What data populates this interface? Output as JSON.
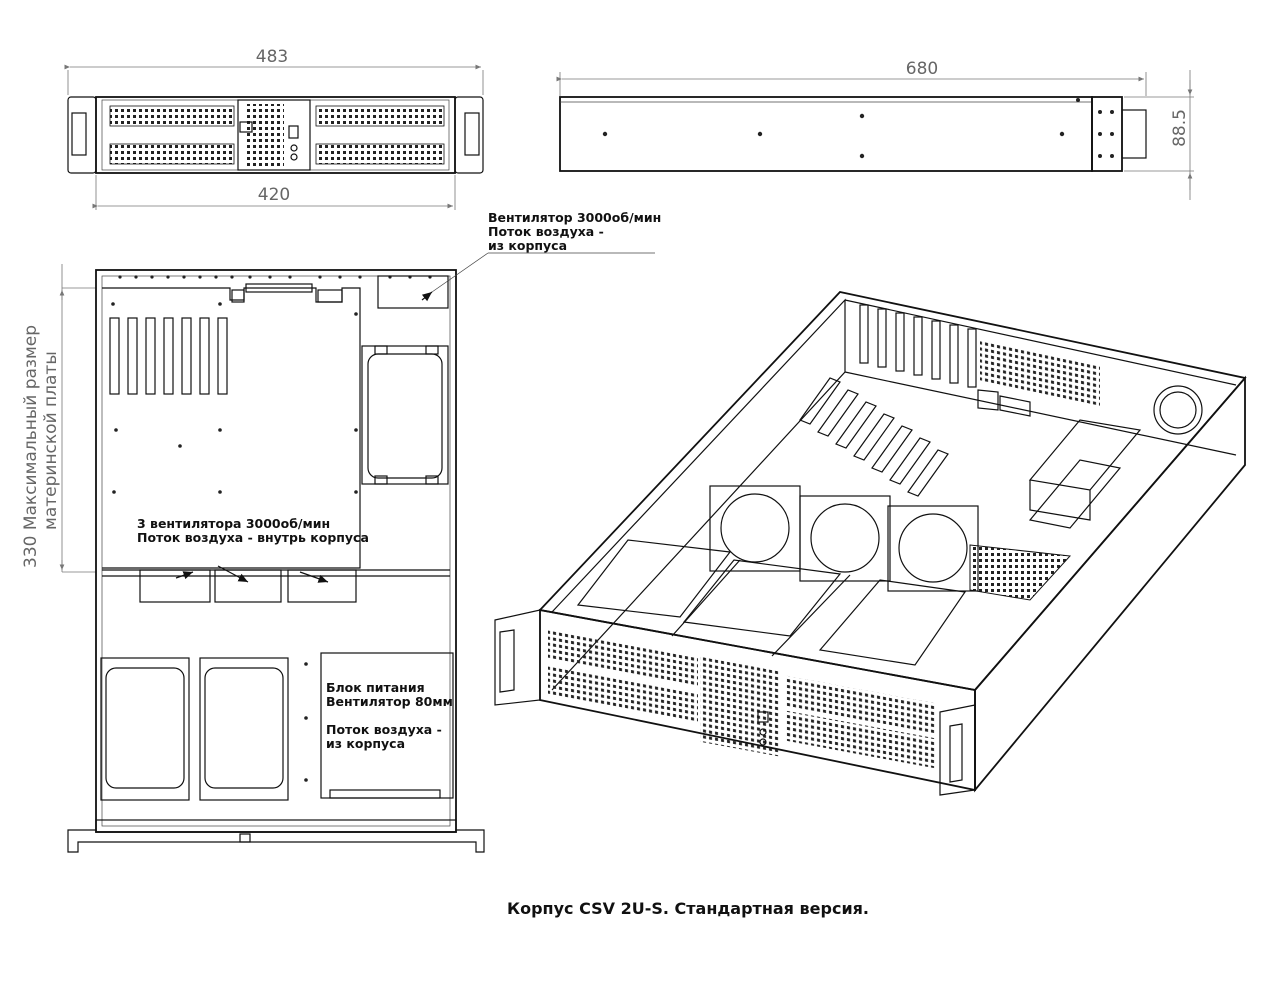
{
  "dimensions": {
    "front_width_outer": "483",
    "front_width_inner": "420",
    "side_depth": "680",
    "side_height": "88.5",
    "motherboard_size": "330  Максимальный размер материнской платы",
    "motherboard_size_line1": "330  Максимальный размер",
    "motherboard_size_line2": "материнской платы"
  },
  "notes": {
    "rear_fan": [
      "Вентилятор 3000об/мин",
      "Поток воздуха -",
      "из корпуса"
    ],
    "mid_fans": [
      "3 вентилятора 3000об/мин",
      "Поток воздуха - внутрь корпуса"
    ],
    "psu": [
      "Блок питания",
      "Вентилятор 80мм",
      "",
      "Поток воздуха -",
      "из корпуса"
    ]
  },
  "caption": "Корпус CSV 2U-S. Стандартная версия."
}
